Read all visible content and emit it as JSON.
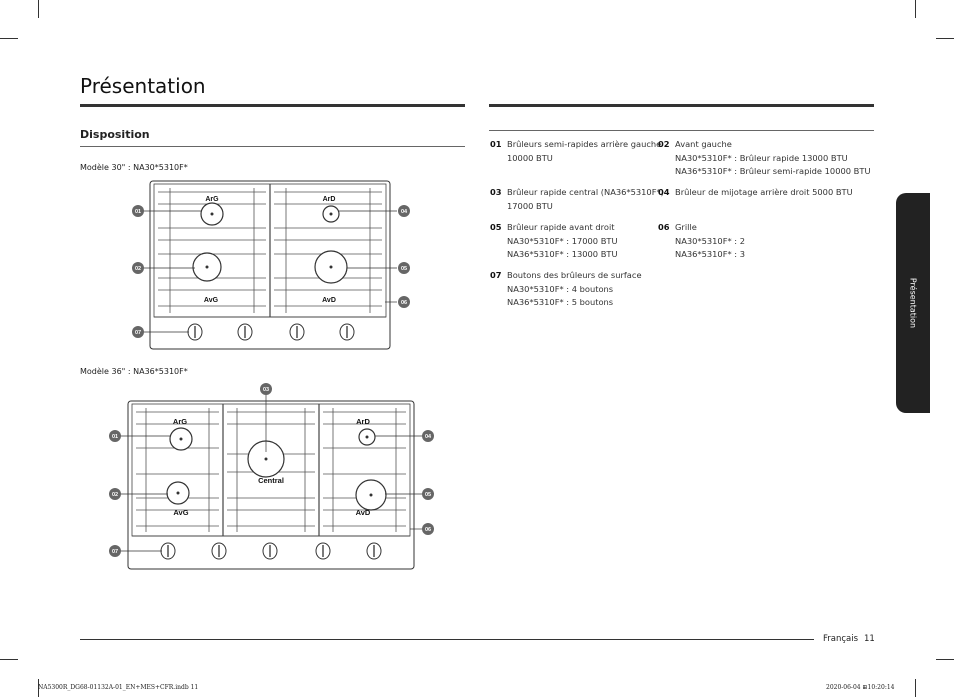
{
  "page": {
    "title": "Présentation",
    "section": "Disposition",
    "side_tab": "Présentation",
    "footer_language": "Français",
    "page_number": "11",
    "file_info": "NA5300R_DG68-01132A-01_EN+MES+CFR.indb   11",
    "date_info": "2020-06-04   ⊞10:20:14"
  },
  "models": {
    "m30": "Modèle 30\" : NA30*5310F*",
    "m36": "Modèle 36\" : NA36*5310F*"
  },
  "diagram30": {
    "burners": [
      "ArG",
      "ArD",
      "AvG",
      "AvD"
    ],
    "callouts": [
      "01",
      "02",
      "04",
      "05",
      "06",
      "07"
    ]
  },
  "diagram36": {
    "burners": [
      "ArG",
      "ArD",
      "Central",
      "AvG",
      "AvD"
    ],
    "callouts": [
      "01",
      "02",
      "03",
      "04",
      "05",
      "06",
      "07"
    ]
  },
  "legend": [
    {
      "num": "01",
      "lines": [
        "Brûleurs semi-rapides arrière gauche",
        "10000 BTU"
      ]
    },
    {
      "num": "02",
      "lines": [
        "Avant gauche",
        "NA30*5310F* : Brûleur rapide 13000 BTU",
        "NA36*5310F* : Brûleur semi-rapide 10000 BTU"
      ]
    },
    {
      "num": "03",
      "lines": [
        "Brûleur rapide central (NA36*5310F*)",
        "17000 BTU"
      ]
    },
    {
      "num": "04",
      "lines": [
        "Brûleur de mijotage arrière droit 5000 BTU"
      ]
    },
    {
      "num": "05",
      "lines": [
        "Brûleur rapide avant droit",
        "NA30*5310F* : 17000 BTU",
        "NA36*5310F* : 13000 BTU"
      ]
    },
    {
      "num": "06",
      "lines": [
        "Grille",
        "NA30*5310F* : 2",
        "NA36*5310F* : 3"
      ]
    },
    {
      "num": "07",
      "lines": [
        "Boutons des brûleurs de surface",
        "NA30*5310F* : 4 boutons",
        "NA36*5310F* : 5 boutons"
      ]
    }
  ]
}
